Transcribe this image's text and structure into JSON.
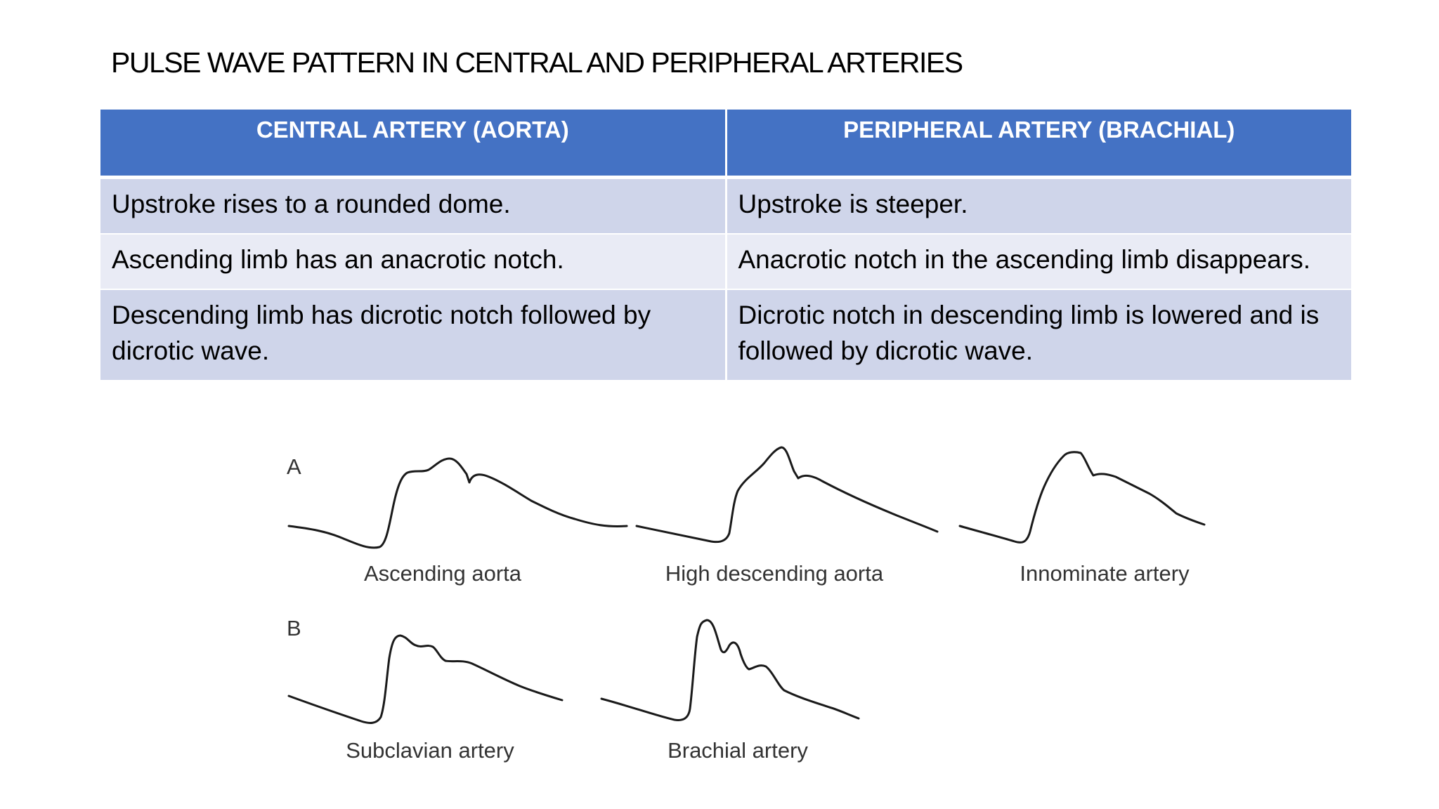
{
  "title": "PULSE WAVE PATTERN IN CENTRAL AND PERIPHERAL ARTERIES",
  "table": {
    "headers": [
      "CENTRAL ARTERY (AORTA)",
      "PERIPHERAL ARTERY (BRACHIAL)"
    ],
    "rows": [
      [
        "Upstroke rises to a rounded dome.",
        "Upstroke is steeper."
      ],
      [
        "Ascending limb has an anacrotic notch.",
        "Anacrotic notch in the ascending limb disappears."
      ],
      [
        "Descending limb has dicrotic notch followed by dicrotic wave.",
        "Dicrotic notch in descending limb is lowered and is  followed by  dicrotic wave."
      ]
    ],
    "colors": {
      "header_bg": "#4472c4",
      "row_dark": "#cfd5ea",
      "row_light": "#e9ebf5"
    }
  },
  "figure": {
    "panels": [
      {
        "letter": "A",
        "waves": [
          "Ascending aorta",
          "High descending aorta",
          "Innominate artery"
        ]
      },
      {
        "letter": "B",
        "waves": [
          "Subclavian artery",
          "Brachial artery"
        ]
      }
    ]
  }
}
